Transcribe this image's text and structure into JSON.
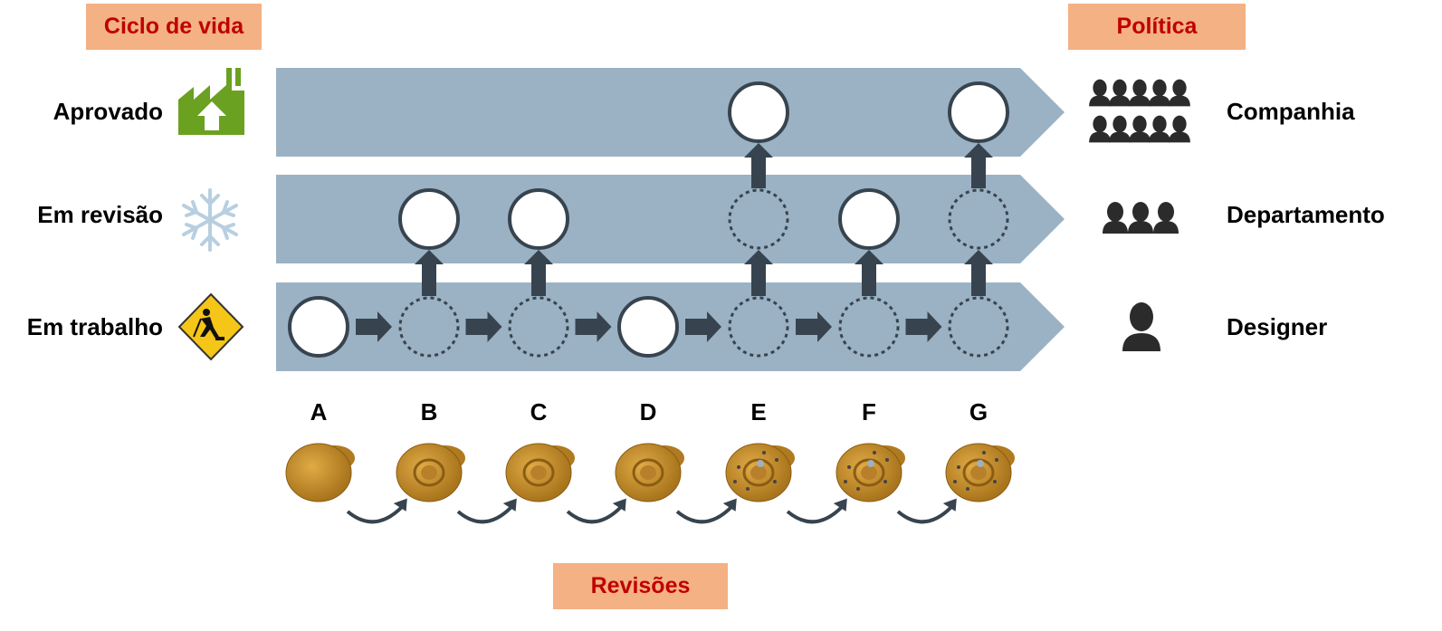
{
  "headers": {
    "lifecycle": "Ciclo de vida",
    "policy": "Política",
    "revisions": "Revisões"
  },
  "rows": [
    {
      "state": "Aprovado",
      "policy": "Companhia",
      "icon": "factory-icon",
      "policy_icon": "company-group-icon"
    },
    {
      "state": "Em revisão",
      "policy": "Departamento",
      "icon": "snowflake-icon",
      "policy_icon": "department-group-icon"
    },
    {
      "state": "Em trabalho",
      "policy": "Designer",
      "icon": "worker-sign-icon",
      "policy_icon": "person-icon"
    }
  ],
  "revisions": [
    "A",
    "B",
    "C",
    "D",
    "E",
    "F",
    "G"
  ],
  "colors": {
    "band": "#9bb2c4",
    "arrow": "#37444f",
    "tag_bg": "#f4b183",
    "tag_text": "#c00000",
    "part": "#c8902a"
  }
}
